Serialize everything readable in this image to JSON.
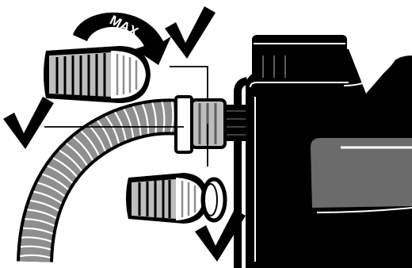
{
  "illustration": {
    "rotation_label": "MAX",
    "check_mark_count": 3,
    "colors": {
      "ink": "#000000",
      "paper": "#ffffff",
      "grey_light": "#bdbdbd",
      "grey_mid": "#8f8f8f",
      "grey_dark": "#5e5e5e",
      "body_grey": "#6b6b6b"
    },
    "parts": [
      "hose",
      "coupling-nut",
      "thread-adapter",
      "tank-outlet",
      "sealing-washer",
      "vacuum-tank"
    ]
  }
}
